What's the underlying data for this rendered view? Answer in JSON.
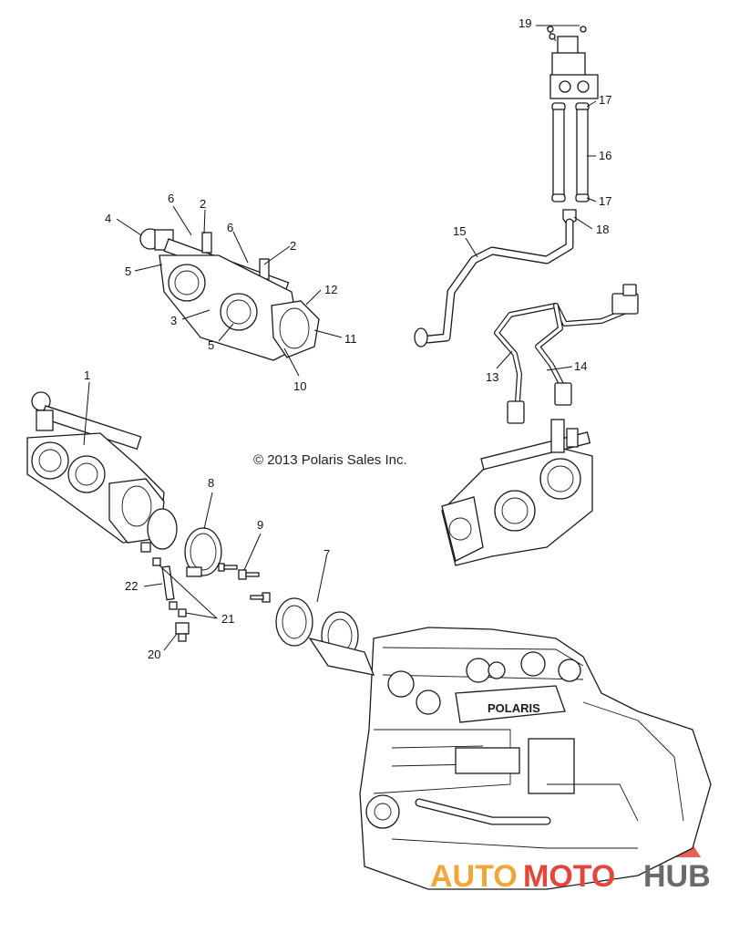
{
  "copyright": "© 2013 Polaris Sales Inc.",
  "watermark": {
    "word1": "AUTO",
    "word2": "MOTO",
    "word3": "HUB",
    "colors": {
      "auto": "#f2a63a",
      "moto": "#e4463a",
      "hub": "#6a6a6a",
      "triangle": "#e4463a"
    }
  },
  "callouts": [
    "1",
    "2",
    "2",
    "3",
    "4",
    "5",
    "5",
    "6",
    "6",
    "7",
    "8",
    "9",
    "10",
    "11",
    "12",
    "13",
    "14",
    "15",
    "16",
    "17",
    "17",
    "18",
    "19",
    "20",
    "21",
    "22"
  ]
}
